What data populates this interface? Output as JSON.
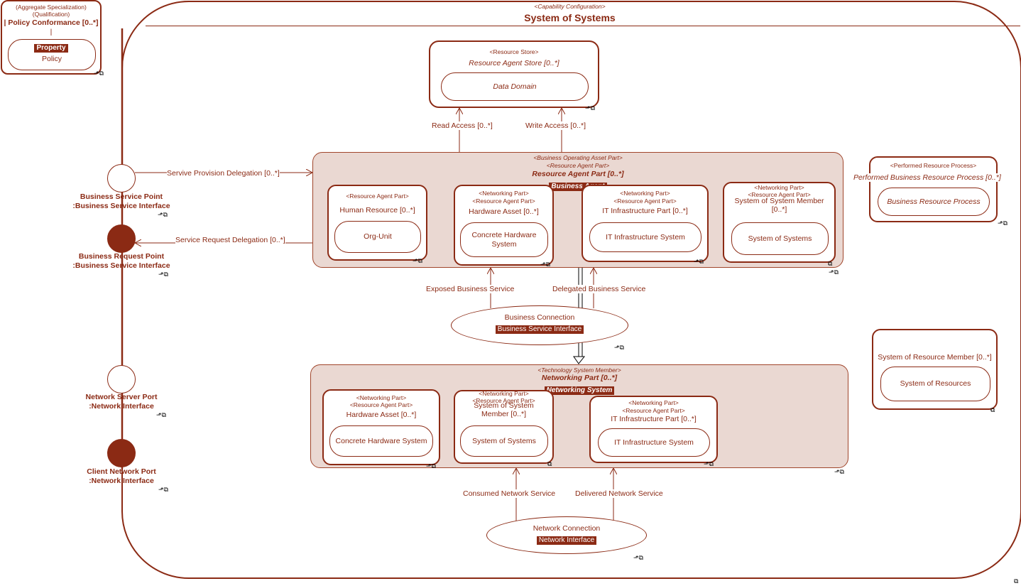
{
  "root": {
    "stereotype": "<Capability Configuration>",
    "title": "System of Systems"
  },
  "policy_box": {
    "stereo1": "(Aggregate Specialization)",
    "stereo2": "(Qualification)",
    "name": "| Policy Conformance [0..*]",
    "bar": "|",
    "tag": "Property",
    "inner": "Policy"
  },
  "store": {
    "stereotype": "<Resource Store>",
    "name": "Resource Agent Store [0..*]",
    "inner": "Data Domain"
  },
  "connectors": {
    "read": "Read Access [0..*]",
    "write": "Write Access [0..*]",
    "provision": "Servive Provision Delegation [0..*]",
    "request": "Service Request Delegation [0..*]",
    "exposed": "Exposed Business Service",
    "delegated": "Delegated Business Service",
    "consumed": "Consumed Network Service",
    "delivered": "Delivered Network Service"
  },
  "agent_part": {
    "stereo1": "<Business Operating Asset Part>",
    "stereo2": "<Resource Agent Part>",
    "name": "Resource Agent Part [0..*]",
    "tag": "Business Agent",
    "parts": [
      {
        "stereo1": "<Resource Agent Part>",
        "stereo2": "",
        "name": "Human Resource [0..*]",
        "inner": "Org-Unit"
      },
      {
        "stereo1": "<Networking Part>",
        "stereo2": "<Resource Agent Part>",
        "name": "Hardware Asset [0..*]",
        "inner": "Concrete Hardware System"
      },
      {
        "stereo1": "<Networking Part>",
        "stereo2": "<Resource Agent Part>",
        "name": "IT Infrastructure Part [0..*]",
        "inner": "IT Infrastructure System"
      },
      {
        "stereo1": "<Networking Part>",
        "stereo2": "<Resource Agent Part>",
        "name": "System of System Member [0..*]",
        "inner": "System of Systems"
      }
    ]
  },
  "process": {
    "stereotype": "<Performed Resource Process>",
    "name": "Performed Business Resource Process [0..*]",
    "inner": "Business Resource Process"
  },
  "member": {
    "name": "System of Resource Member [0..*]",
    "inner": "System of Resources"
  },
  "business_connection": {
    "name": "Business Connection",
    "tag": "Business Service Interface"
  },
  "network_part": {
    "stereo1": "<Technology System Member>",
    "name": "Networking Part [0..*]",
    "tag": "Networking System",
    "parts": [
      {
        "stereo1": "<Networking Part>",
        "stereo2": "<Resource Agent Part>",
        "name": "Hardware Asset [0..*]",
        "inner": "Concrete Hardware System"
      },
      {
        "stereo1": "<Networking Part>",
        "stereo2": "<Resource Agent Part>",
        "name": "System of System Member [0..*]",
        "inner": "System of Systems"
      },
      {
        "stereo1": "<Networking Part>",
        "stereo2": "<Resource Agent Part>",
        "name": "IT Infrastructure Part [0..*]",
        "inner": "IT Infrastructure System"
      }
    ]
  },
  "network_connection": {
    "name": "Network Connection",
    "tag": "Network Interface"
  },
  "ports": [
    {
      "name": "Business Service Point",
      "type": ":Business Service Interface"
    },
    {
      "name": "Business Request Point",
      "type": ":Business Service Interface"
    },
    {
      "name": "Network Server Port",
      "type": ":Network Interface"
    },
    {
      "name": "Client Network Port",
      "type": ":Network Interface"
    }
  ],
  "glyphs": {
    "nav": "⬏⧉",
    "sub": "⧉"
  },
  "colors": {
    "accent": "#8b2a14",
    "panel_fill": "#ead8d2"
  }
}
